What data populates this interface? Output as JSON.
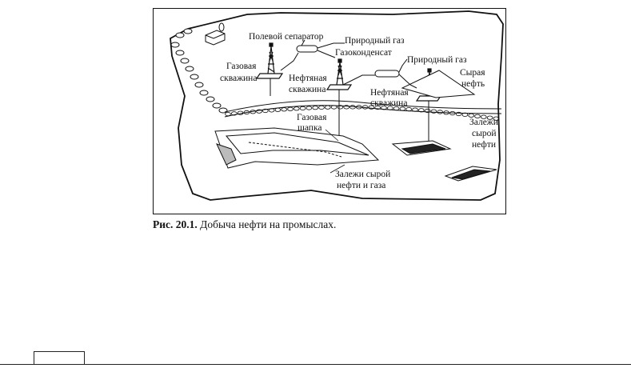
{
  "figure": {
    "labels": {
      "field_separator": "Полевой сепаратор",
      "natural_gas_1": "Природный газ",
      "gas_condensate": "Газоконденсат",
      "natural_gas_2": "Природный газ",
      "gas_well": [
        "Газовая",
        "скважина"
      ],
      "oil_well_1": [
        "Нефтяная",
        "скважина"
      ],
      "oil_well_2": [
        "Нефтяная",
        "скважина"
      ],
      "crude_oil": [
        "Сырая",
        "нефть"
      ],
      "gas_cap": [
        "Газовая",
        "шапка"
      ],
      "deposits_oil_gas": [
        "Залежи сырой",
        "нефти и газа"
      ],
      "deposits_crude_oil": [
        "Залежи",
        "сырой",
        "нефти"
      ]
    }
  },
  "caption": {
    "label": "Рис. 20.1.",
    "text": " Добыча нефти на промыслах."
  }
}
